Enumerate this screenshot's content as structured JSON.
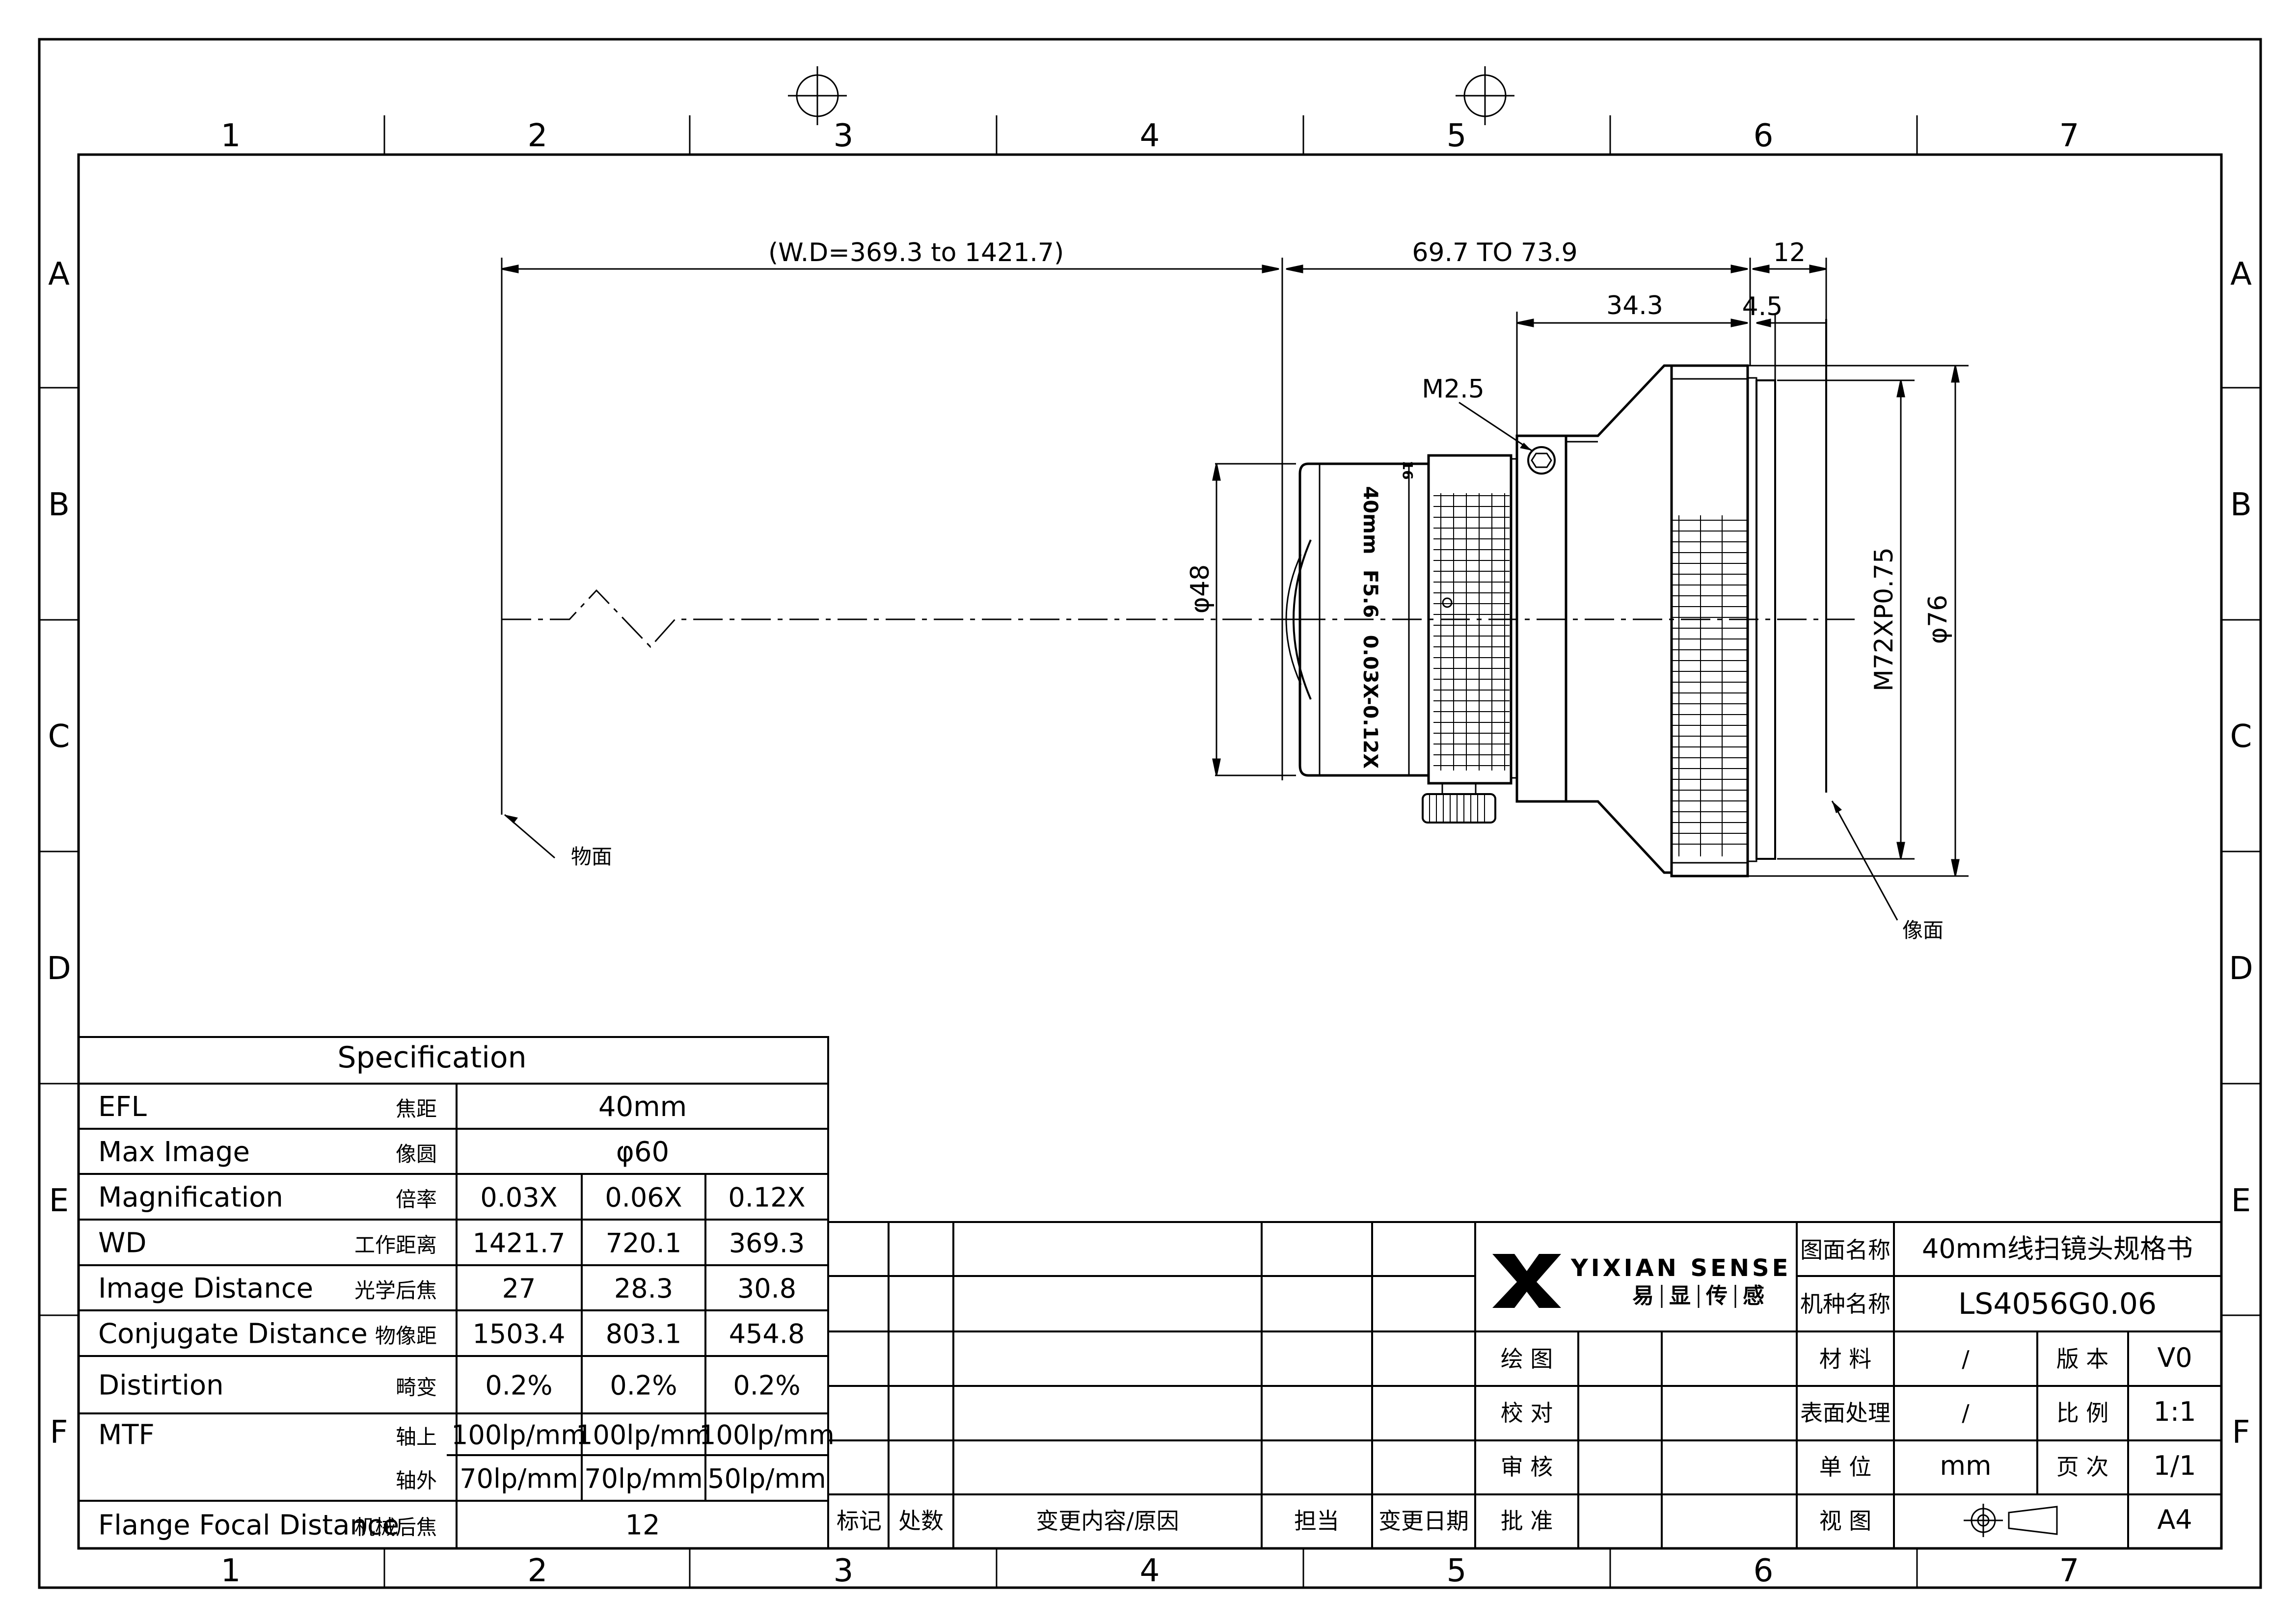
{
  "frame": {
    "top_numbers": [
      "1",
      "2",
      "3",
      "4",
      "5",
      "6",
      "7"
    ],
    "side_letters": [
      "A",
      "B",
      "C",
      "D",
      "E",
      "F"
    ]
  },
  "dimensions": {
    "wd_range": "(W.D=369.3  to  1421.7)",
    "length_range": "69.7 TO 73.9",
    "length_34": "34.3",
    "length_12": "12",
    "length_4_5": "4.5",
    "screw": "M2.5",
    "dia_48": "φ48",
    "thread": "M72XP0.75",
    "dia_76": "φ76",
    "object_plane": "物面",
    "image_plane": "像面"
  },
  "lens_marking": {
    "focal": "40mm",
    "aperture": "F5.6",
    "mag": "0.03X-0.12X",
    "ring_mark": "16"
  },
  "spec": {
    "title": "Specification",
    "rows": [
      {
        "en": "EFL",
        "cn": "焦距",
        "v": [
          "40mm"
        ]
      },
      {
        "en": "Max Image",
        "cn": "像圆",
        "v": [
          "φ60"
        ]
      },
      {
        "en": "Magnification",
        "cn": "倍率",
        "v": [
          "0.03X",
          "0.06X",
          "0.12X"
        ]
      },
      {
        "en": "WD",
        "cn": "工作距离",
        "v": [
          "1421.7",
          "720.1",
          "369.3"
        ]
      },
      {
        "en": "Image Distance",
        "cn": "光学后焦",
        "v": [
          "27",
          "28.3",
          "30.8"
        ]
      },
      {
        "en": "Conjugate Distance",
        "cn": "物像距",
        "v": [
          "1503.4",
          "803.1",
          "454.8"
        ]
      },
      {
        "en": "Distirtion",
        "cn": "畸变",
        "v": [
          "0.2%",
          "0.2%",
          "0.2%"
        ]
      },
      {
        "en": "MTF",
        "cn": "轴上",
        "v": [
          "100lp/mm",
          "100lp/mm",
          "100lp/mm"
        ]
      },
      {
        "en": "",
        "cn": "轴外",
        "v": [
          "70lp/mm",
          "70lp/mm",
          "50lp/mm"
        ]
      },
      {
        "en": "Flange Focal Distance",
        "cn": "机械后焦",
        "v": [
          "12"
        ]
      }
    ]
  },
  "revision": {
    "headers": [
      "标记",
      "处数",
      "变更内容/原因",
      "担当",
      "变更日期"
    ]
  },
  "company": {
    "name": "YIXIAN SENSE",
    "cn_name": [
      "易",
      "显",
      "传",
      "感"
    ]
  },
  "signoff": [
    "绘  图",
    "校  对",
    "审  核",
    "批  准"
  ],
  "title_block": {
    "drawing_name_label": "图面名称",
    "drawing_name": "40mm线扫镜头规格书",
    "model_label": "机种名称",
    "model": "LS4056G0.06",
    "material_label": "材  料",
    "material": "/",
    "version_label": "版  本",
    "version": "V0",
    "surface_label": "表面处理",
    "surface": "/",
    "scale_label": "比  例",
    "scale": "1:1",
    "unit_label": "单  位",
    "unit": "mm",
    "page_label": "页  次",
    "page": "1/1",
    "view_label": "视  图",
    "paper": "A4"
  },
  "colors": {
    "ink": "#000000",
    "paper": "#ffffff"
  }
}
